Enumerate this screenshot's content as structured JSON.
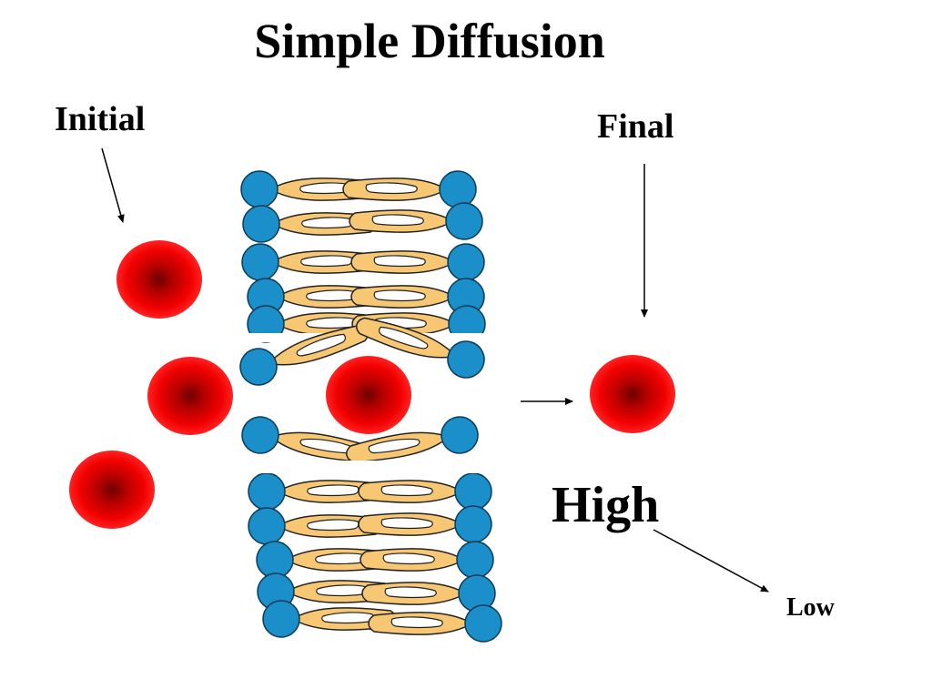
{
  "title": "Simple Diffusion",
  "labels": {
    "initial": "Initial",
    "final": "Final",
    "high": "High",
    "low": "Low"
  },
  "colors": {
    "molecule_core": "#7a0000",
    "molecule_mid": "#d40000",
    "molecule_edge": "#ff1a1a",
    "phosphate_head": "#1a8fc9",
    "lipid_tail": "#f7c773"
  }
}
